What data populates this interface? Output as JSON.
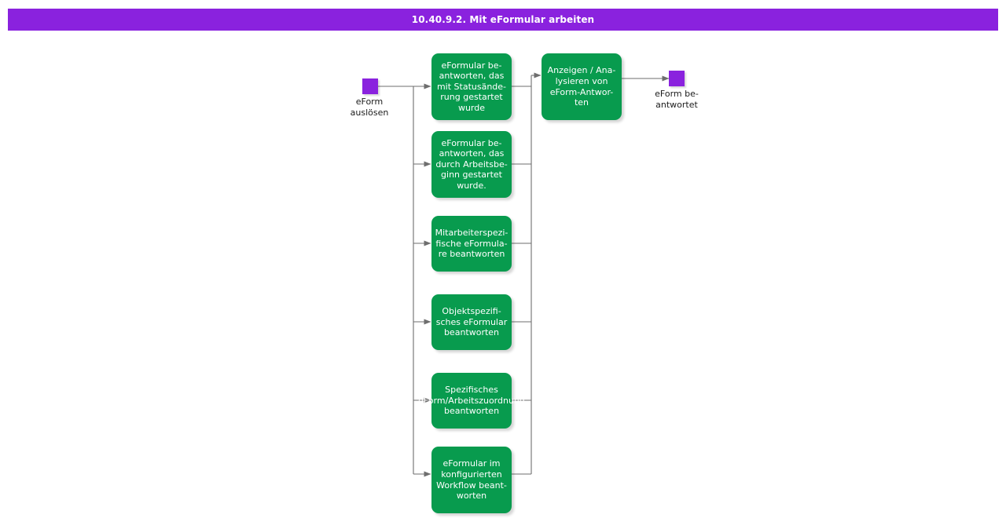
{
  "title_bar": {
    "text": "10.40.9.2. Mit eFormular arbeiten",
    "background_color": "#8A22DE",
    "text_color": "#FFFFFF"
  },
  "diagram": {
    "type": "activity-flow",
    "colors": {
      "activity_fill": "#089B4E",
      "activity_text": "#FFFFFF",
      "terminal_fill": "#8A22DE",
      "edge": "#6E6E6E",
      "canvas": "#FFFFFF"
    },
    "start_node": {
      "name": "eForm auslösen",
      "label_line_1": "eForm",
      "label_line_2": "auslösen",
      "label": "eForm\nauslösen"
    },
    "end_node": {
      "name": "eForm beantwortet",
      "label_line_1": "eForm be-",
      "label_line_2": "antwortet",
      "label": "eForm be-\nantwortet"
    },
    "activities": [
      {
        "id": "a1",
        "label": "eFormular be-\nantworten, das\nmit Statusände-\nrung gestartet\nwurde"
      },
      {
        "id": "a2",
        "label": "eFormular be-\nantworten, das\ndurch Arbeitsbe-\nginn gestartet\nwurde."
      },
      {
        "id": "a3",
        "label": "Mitarbeiterspezi-\nfische eFormula-\nre beantworten"
      },
      {
        "id": "a4",
        "label": "Objektspezifi-\nsches eFormular\nbeantworten"
      },
      {
        "id": "a5",
        "label": "Spezifisches\neForm/Arbeitszuordnung\nbeantworten"
      },
      {
        "id": "a6",
        "label": "eFormular im\nkonfigurierten\nWorkflow beant-\nworten"
      }
    ],
    "merge_target": {
      "id": "t1",
      "label": "Anzeigen / Ana-\nlysieren von\neForm-Antwor-\nten"
    }
  }
}
